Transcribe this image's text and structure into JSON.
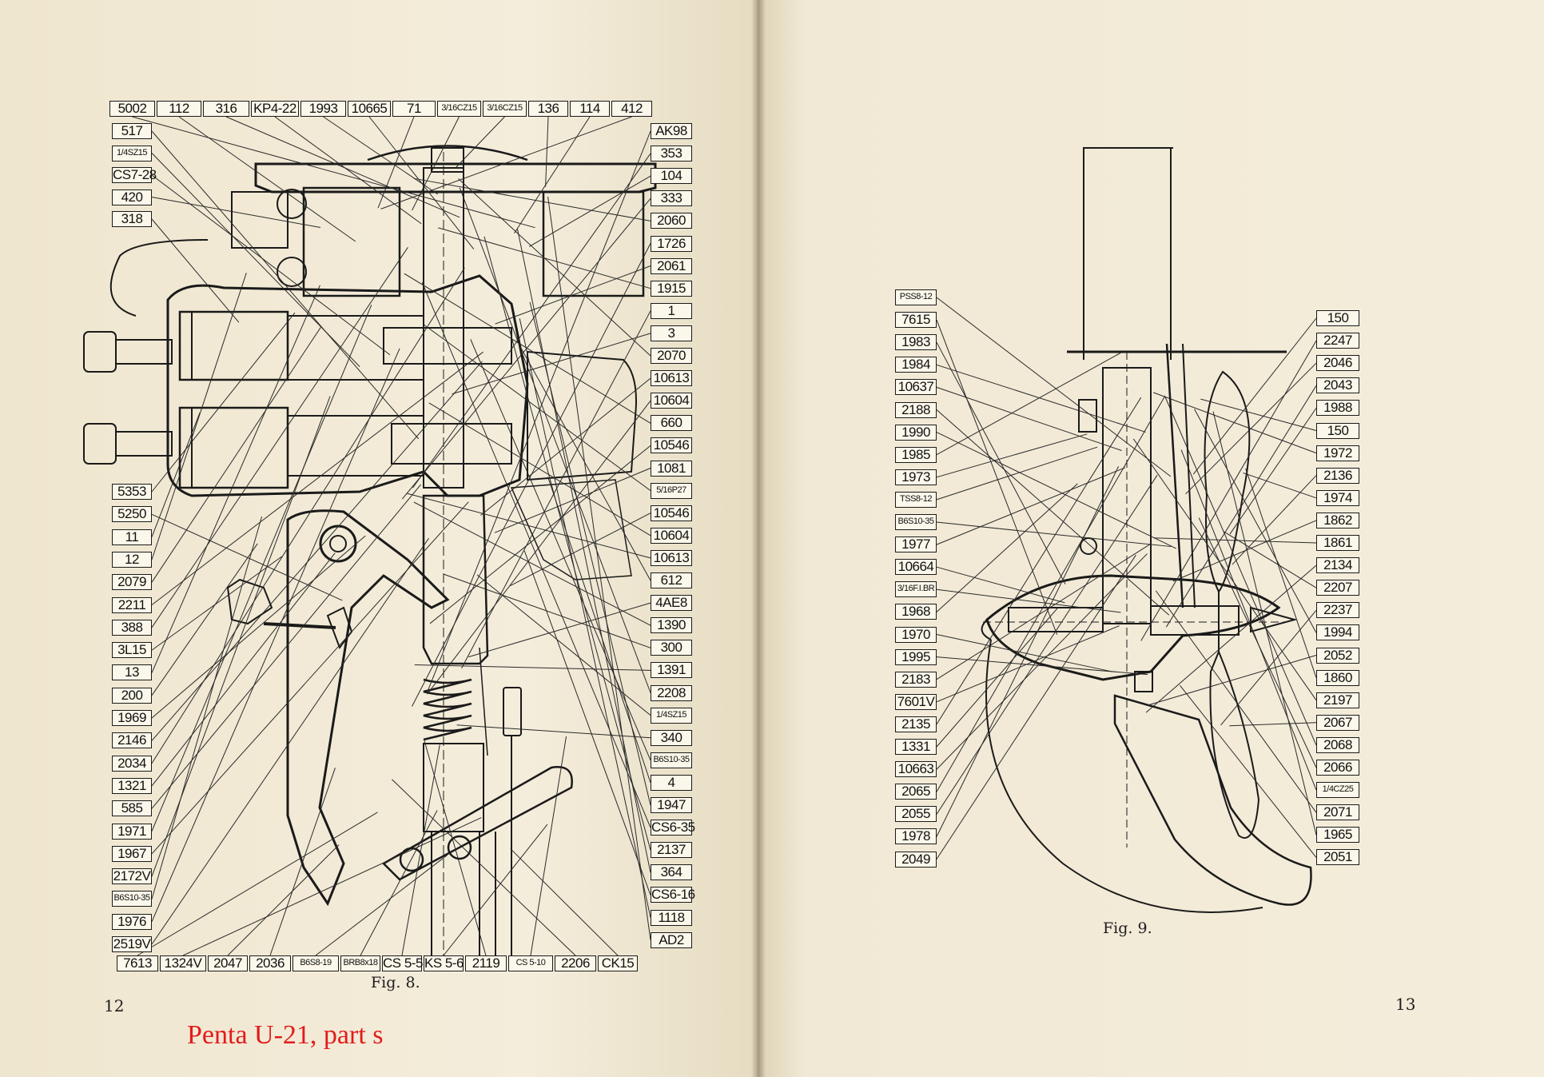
{
  "fig8": {
    "caption": "Fig. 8.",
    "labels_top": [
      "5002",
      "112",
      "316",
      "KP4-22",
      "1993",
      "10665",
      "71",
      "3/16CZ15",
      "3/16CZ15",
      "136",
      "114",
      "412"
    ],
    "labels_left": [
      "517",
      "1/4SZ15",
      "CS7-28",
      "420",
      "318",
      "5353",
      "5250",
      "11",
      "12",
      "2079",
      "2211",
      "388",
      "3L15",
      "13",
      "200",
      "1969",
      "2146",
      "2034",
      "1321",
      "585",
      "1971",
      "1967",
      "2172V",
      "B6S10-35",
      "1976",
      "2519V"
    ],
    "labels_right": [
      "AK98",
      "353",
      "104",
      "333",
      "2060",
      "1726",
      "2061",
      "1915",
      "1",
      "3",
      "2070",
      "10613",
      "10604",
      "660",
      "10546",
      "1081",
      "5/16P27",
      "10546",
      "10604",
      "10613",
      "612",
      "4AE8",
      "1390",
      "300",
      "1391",
      "2208",
      "1/4SZ15",
      "340",
      "B6S10-35",
      "4",
      "1947",
      "CS6-35",
      "2137",
      "364",
      "CS6-16",
      "1118",
      "AD2"
    ],
    "labels_bottom": [
      "7613",
      "1324V",
      "2047",
      "2036",
      "B6S8-19",
      "BRB8x18",
      "CS 5-5",
      "KS 5-6",
      "2119",
      "CS 5-10",
      "2206",
      "CK15"
    ]
  },
  "fig9": {
    "caption": "Fig. 9.",
    "labels_left": [
      "PSS8-12",
      "7615",
      "1983",
      "1984",
      "10637",
      "2188",
      "1990",
      "1985",
      "1973",
      "TSS8-12",
      "B6S10-35",
      "1977",
      "10664",
      "3/16F.I.BR",
      "1968",
      "1970",
      "1995",
      "2183",
      "7601V",
      "2135",
      "1331",
      "10663",
      "2065",
      "2055",
      "1978",
      "2049"
    ],
    "labels_right": [
      "150",
      "2247",
      "2046",
      "2043",
      "1988",
      "150",
      "1972",
      "2136",
      "1974",
      "1862",
      "1861",
      "2134",
      "2207",
      "2237",
      "1994",
      "2052",
      "1860",
      "2197",
      "2067",
      "2068",
      "2066",
      "1/4CZ25",
      "2071",
      "1965",
      "2051"
    ]
  },
  "page_numbers": {
    "left": "12",
    "right": "13"
  },
  "annotation": "Penta U-21, part s",
  "colors": {
    "paper": "#f3ecd8",
    "ink": "#1a1a1a",
    "annotation": "#e31b1b"
  }
}
